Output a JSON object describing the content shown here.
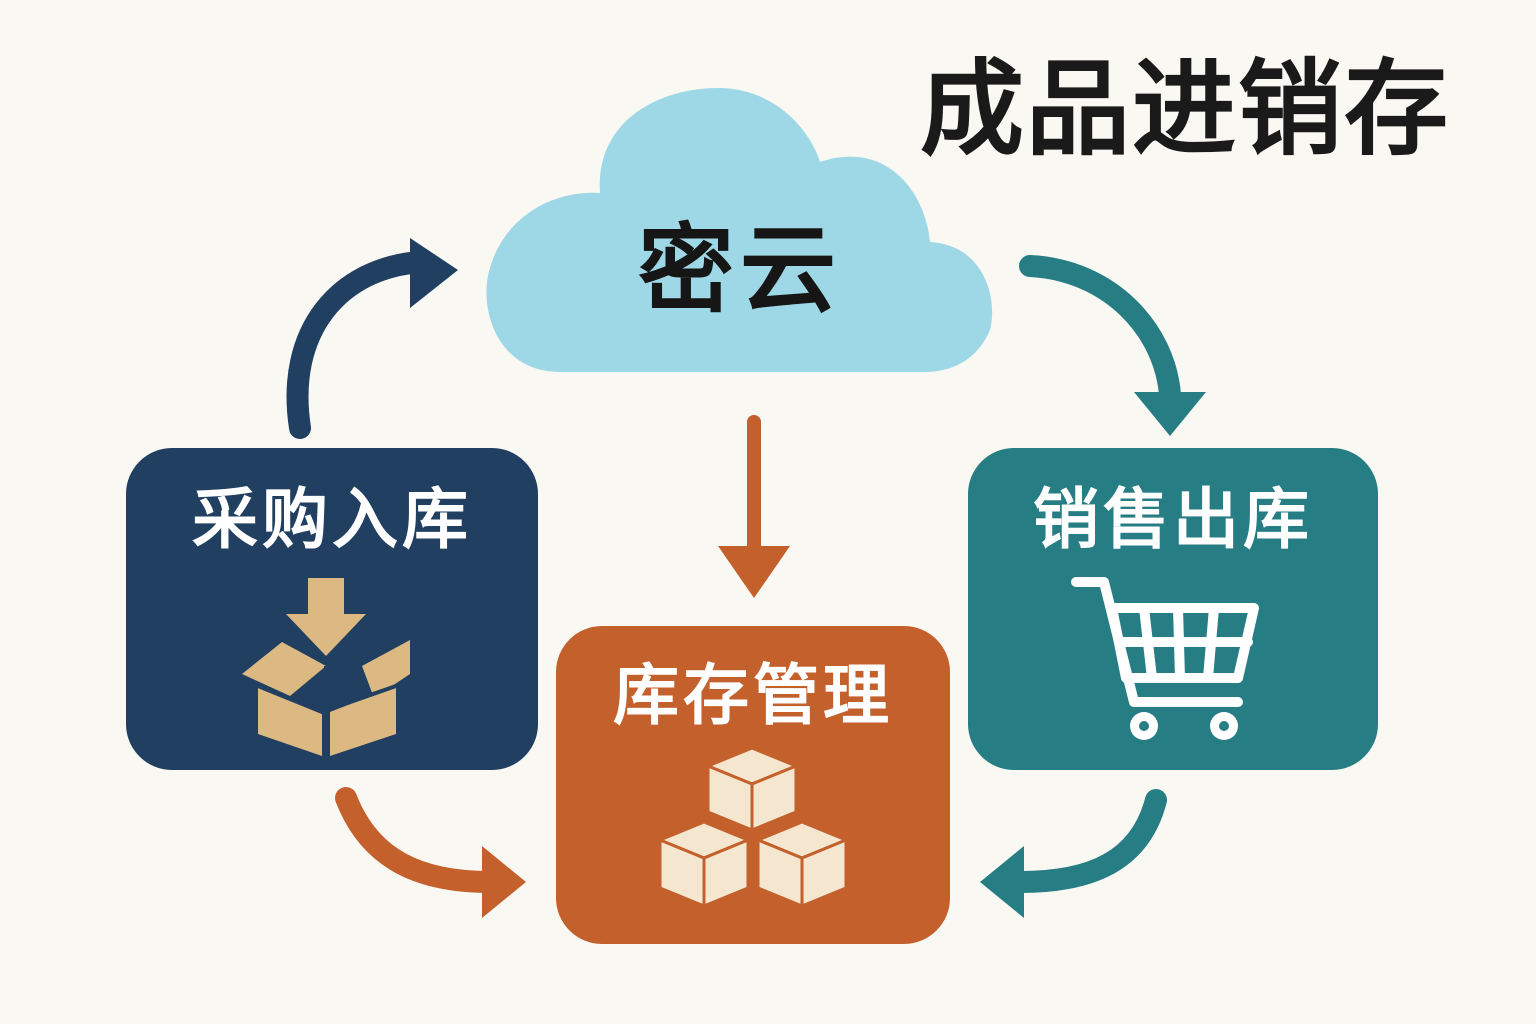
{
  "title": "成品进销存",
  "hub": {
    "label": "密云",
    "icon": "cloud-icon"
  },
  "nodes": {
    "purchase": {
      "label": "采购入库",
      "icon": "box-download-icon"
    },
    "sales": {
      "label": "销售出库",
      "icon": "shopping-cart-icon"
    },
    "stock": {
      "label": "库存管理",
      "icon": "stacked-boxes-icon"
    }
  },
  "colors": {
    "purchase": "#213f60",
    "sales": "#267d84",
    "stock": "#c4602c",
    "cloud": "#9ed8e6",
    "icon_light": "#dcb882",
    "icon_cream": "#f5e6cf",
    "text_dark": "#161616",
    "text_light": "#ffffff"
  },
  "flows": [
    {
      "from": "purchase",
      "to": "hub",
      "color": "purchase"
    },
    {
      "from": "hub",
      "to": "sales",
      "color": "sales"
    },
    {
      "from": "hub",
      "to": "stock",
      "color": "stock"
    },
    {
      "from": "purchase",
      "to": "stock",
      "color": "stock"
    },
    {
      "from": "sales",
      "to": "stock",
      "color": "sales"
    }
  ]
}
